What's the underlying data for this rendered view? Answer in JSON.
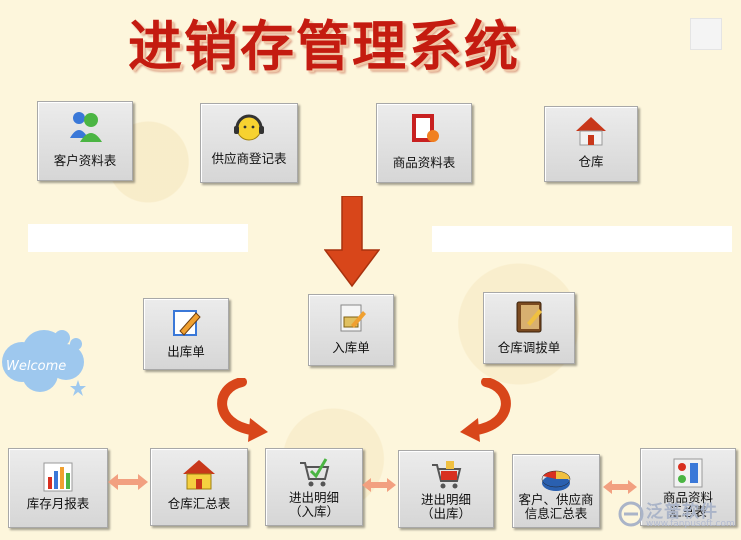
{
  "title": "进销存管理系统",
  "welcome_text": "Welcome",
  "tiles": {
    "customer": "客户资料表",
    "supplier": "供应商登记表",
    "product": "商品资料表",
    "warehouse": "仓库",
    "stock_out": "出库单",
    "stock_in": "入库单",
    "transfer": "仓库调拔单",
    "monthly": "库存月报表",
    "wh_summary": "仓库汇总表",
    "in_detail_1": "进出明细",
    "in_detail_2": "（入库）",
    "out_detail_1": "进出明细",
    "out_detail_2": "（出库）",
    "cs_summary_1": "客户、供应商",
    "cs_summary_2": "信息汇总表",
    "prod_summary_1": "商品资料",
    "prod_summary_2": "汇总表"
  },
  "watermark": {
    "text": "泛普软件",
    "url": "www.fanpusoft.com"
  },
  "colors": {
    "title": "#c41b10",
    "arrow": "#d8461a",
    "connector": "#f2a080"
  }
}
